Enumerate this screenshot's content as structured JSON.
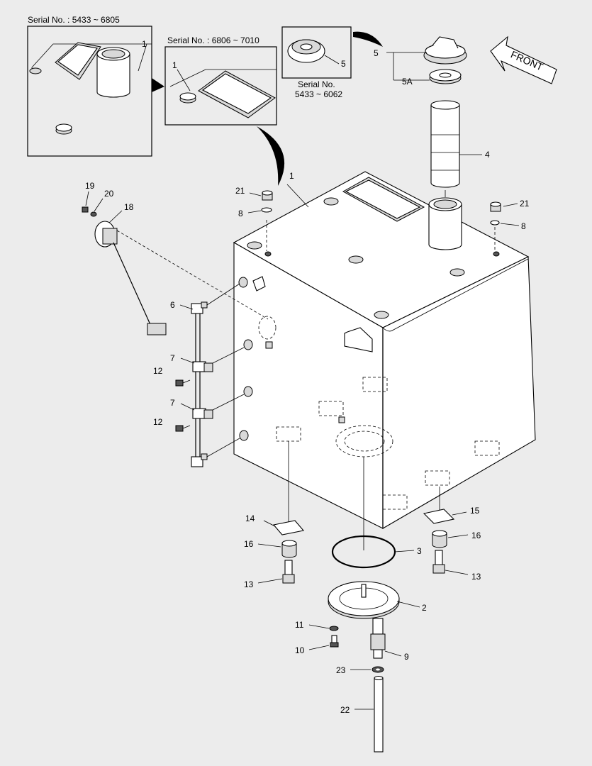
{
  "insets": {
    "serial_1": "Serial No. : 5433 ~ 6805",
    "serial_2": "Serial No. : 6806 ~ 7010",
    "serial_3_line1": "Serial No.",
    "serial_3_line2": "5433 ~ 6062"
  },
  "front_label": "FRONT",
  "callouts": {
    "inset1_1": "1",
    "inset2_1": "1",
    "inset3_5": "5",
    "c5": "5",
    "c5A": "5A",
    "c4": "4",
    "c1": "1",
    "c21a": "21",
    "c8a": "8",
    "c21b": "21",
    "c8b": "8",
    "c19": "19",
    "c20": "20",
    "c18": "18",
    "c6": "6",
    "c7a": "7",
    "c12a": "12",
    "c7b": "7",
    "c12b": "12",
    "c14": "14",
    "c15": "15",
    "c16a": "16",
    "c16b": "16",
    "c3": "3",
    "c13a": "13",
    "c13b": "13",
    "c2": "2",
    "c11": "11",
    "c10": "10",
    "c9": "9",
    "c23": "23",
    "c22": "22"
  }
}
